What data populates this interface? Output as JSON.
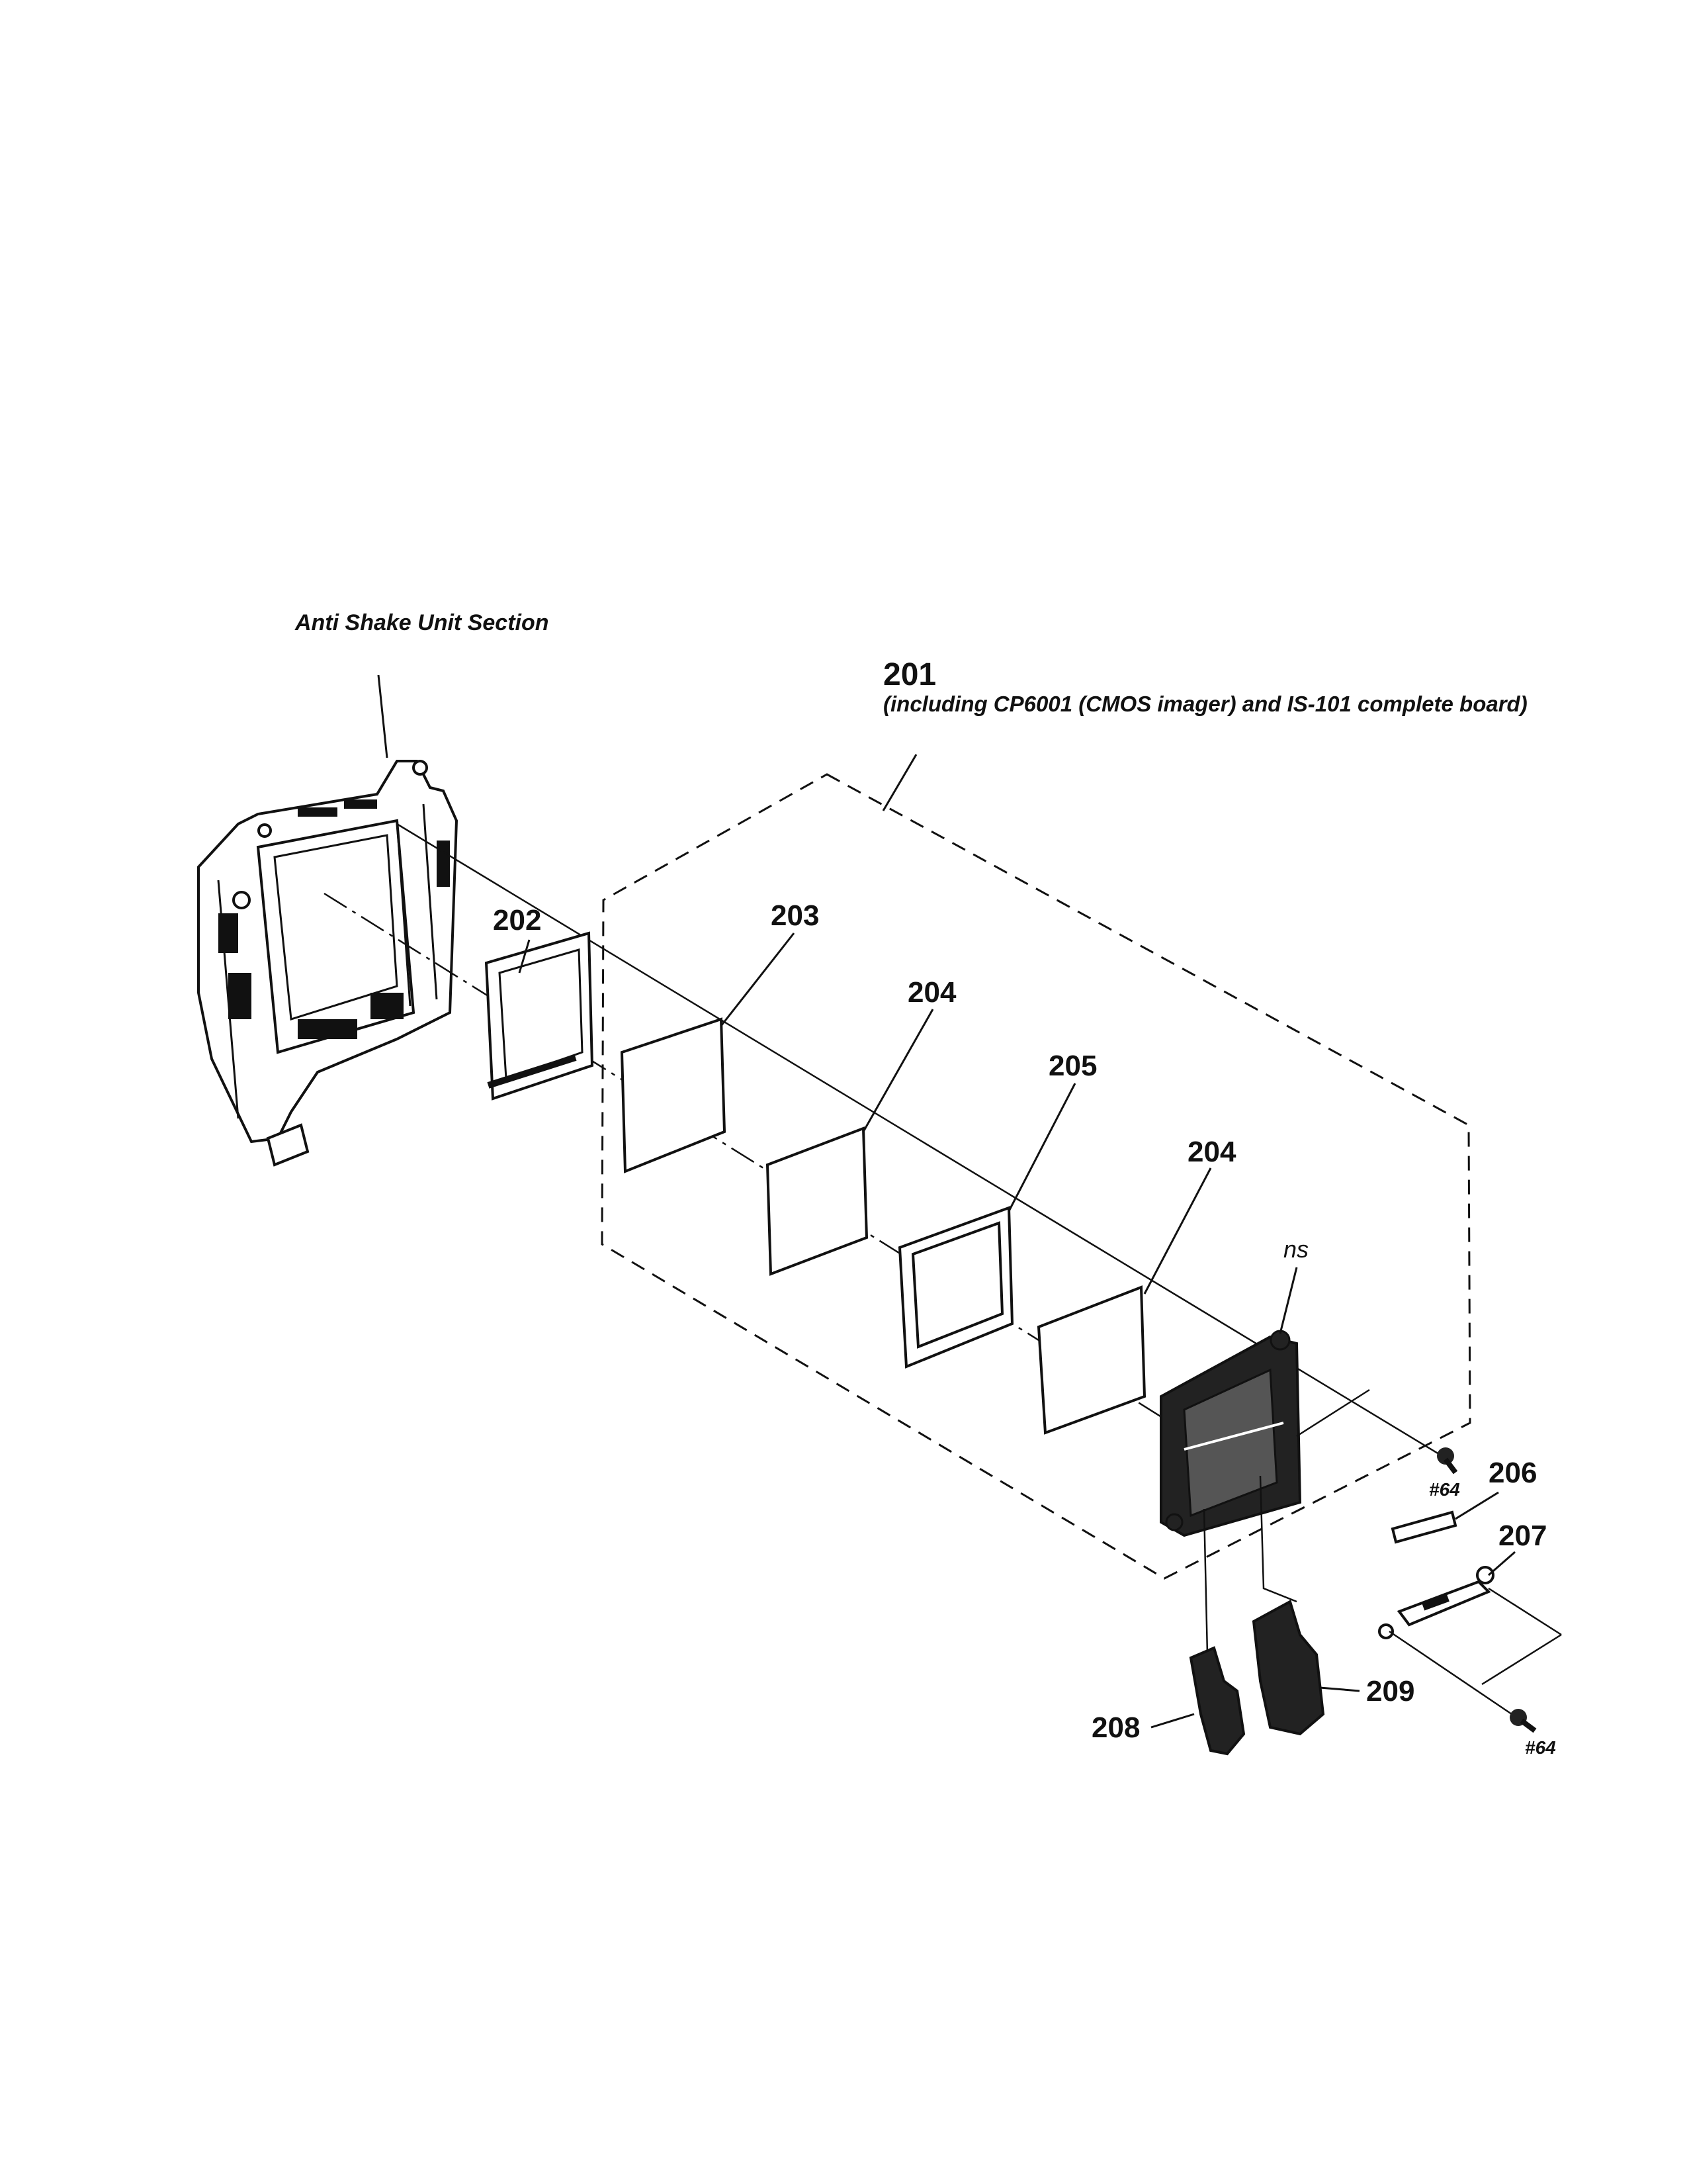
{
  "diagram": {
    "section_title": "Anti Shake Unit Section",
    "assembly": {
      "number": "201",
      "note": "(including CP6001 (CMOS imager) and IS-101 complete board)"
    },
    "callouts": [
      "202",
      "203",
      "204",
      "205",
      "204",
      "ns",
      "206",
      "207",
      "208",
      "209"
    ],
    "screws": [
      "#64",
      "#64"
    ]
  }
}
